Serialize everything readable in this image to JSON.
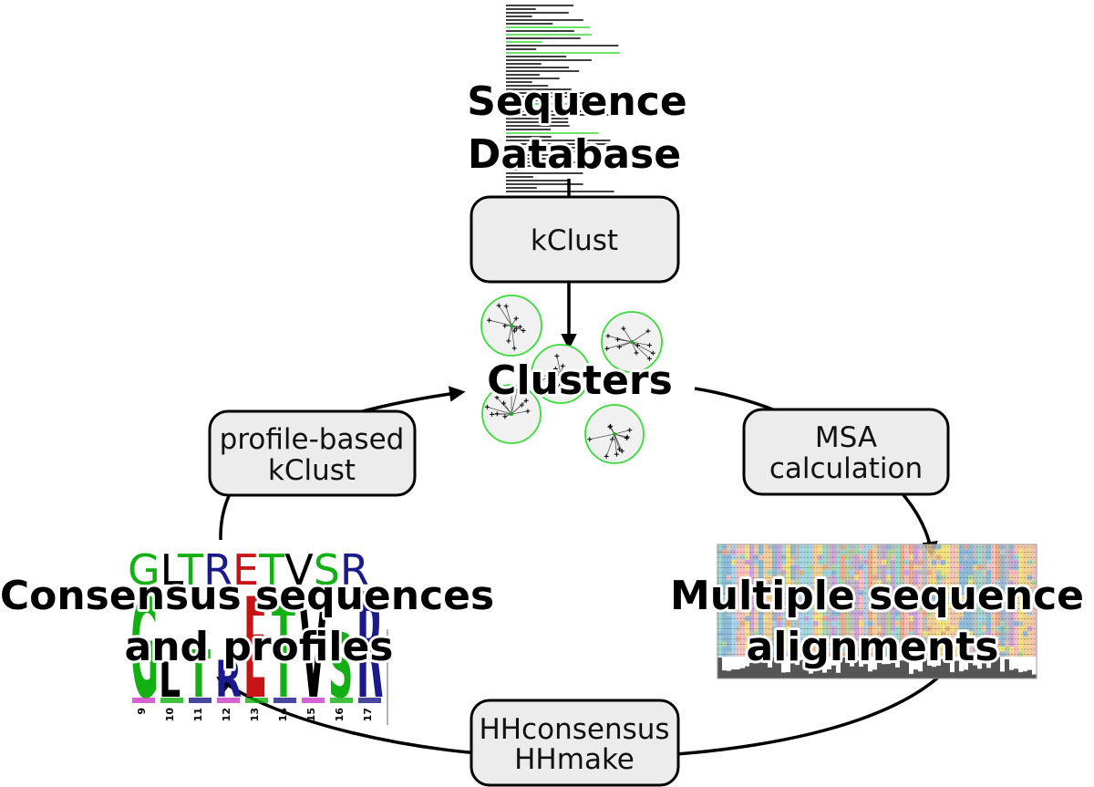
{
  "nodes": {
    "database": [
      "Sequence",
      "Database"
    ],
    "clusters": "Clusters",
    "msa": [
      "Multiple sequence",
      "alignments"
    ],
    "consensus": [
      "Consensus sequences",
      "and profiles"
    ]
  },
  "processes": {
    "kclust": [
      "kClust"
    ],
    "msa_calc": [
      "MSA",
      "calculation"
    ],
    "hhconsensus": [
      "HHconsensus",
      "HHmake"
    ],
    "profile_kclust": [
      "profile-based",
      "kClust"
    ]
  },
  "consensus_sequence": {
    "letters": [
      "G",
      "L",
      "T",
      "R",
      "E",
      "T",
      "V",
      "S",
      "R"
    ],
    "colors": [
      "#12b012",
      "#000000",
      "#12b012",
      "#1a1a8c",
      "#c81414",
      "#12b012",
      "#000000",
      "#12b012",
      "#1a1a8c"
    ]
  },
  "logo_positions": [
    "9",
    "10",
    "11",
    "12",
    "13",
    "14",
    "15",
    "16",
    "17"
  ],
  "colors": {
    "box_fill": "#ececec",
    "cluster_ring": "#3adb3a",
    "db_green": "#3adb3a"
  }
}
